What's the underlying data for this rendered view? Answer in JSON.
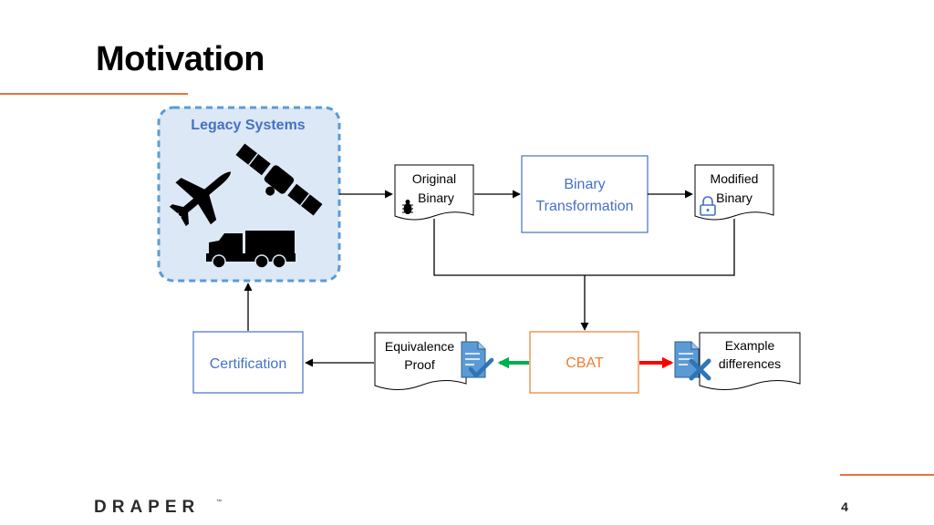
{
  "slide": {
    "title": "Motivation",
    "page_number": "4",
    "logo_text": "DRAPER",
    "logo_tm": "™"
  },
  "colors": {
    "accent": "#e8733c",
    "legacy_fill": "#dce8f5",
    "legacy_border": "#5b9bd5",
    "blue_text": "#4472c4",
    "blue_box": "#4472c4",
    "cbat_orange": "#ed7d31",
    "green_arrow": "#00b050",
    "red_arrow": "#ff0000"
  },
  "diagram": {
    "legacy_title": "Legacy Systems",
    "legacy_icons": [
      "airplane-icon",
      "satellite-icon",
      "military-truck-icon"
    ],
    "original_binary": {
      "line1": "Original",
      "line2": "Binary",
      "icon": "bug-icon"
    },
    "binary_transformation": {
      "line1": "Binary",
      "line2": "Transformation"
    },
    "modified_binary": {
      "line1": "Modified",
      "line2": "Binary",
      "icon": "lock-icon"
    },
    "cbat": "CBAT",
    "equivalence_proof": {
      "line1": "Equivalence",
      "line2": "Proof",
      "icon": "document-check-icon"
    },
    "example_differences": {
      "line1": "Example",
      "line2": "differences",
      "icon": "document-x-icon"
    },
    "certification": "Certification"
  }
}
